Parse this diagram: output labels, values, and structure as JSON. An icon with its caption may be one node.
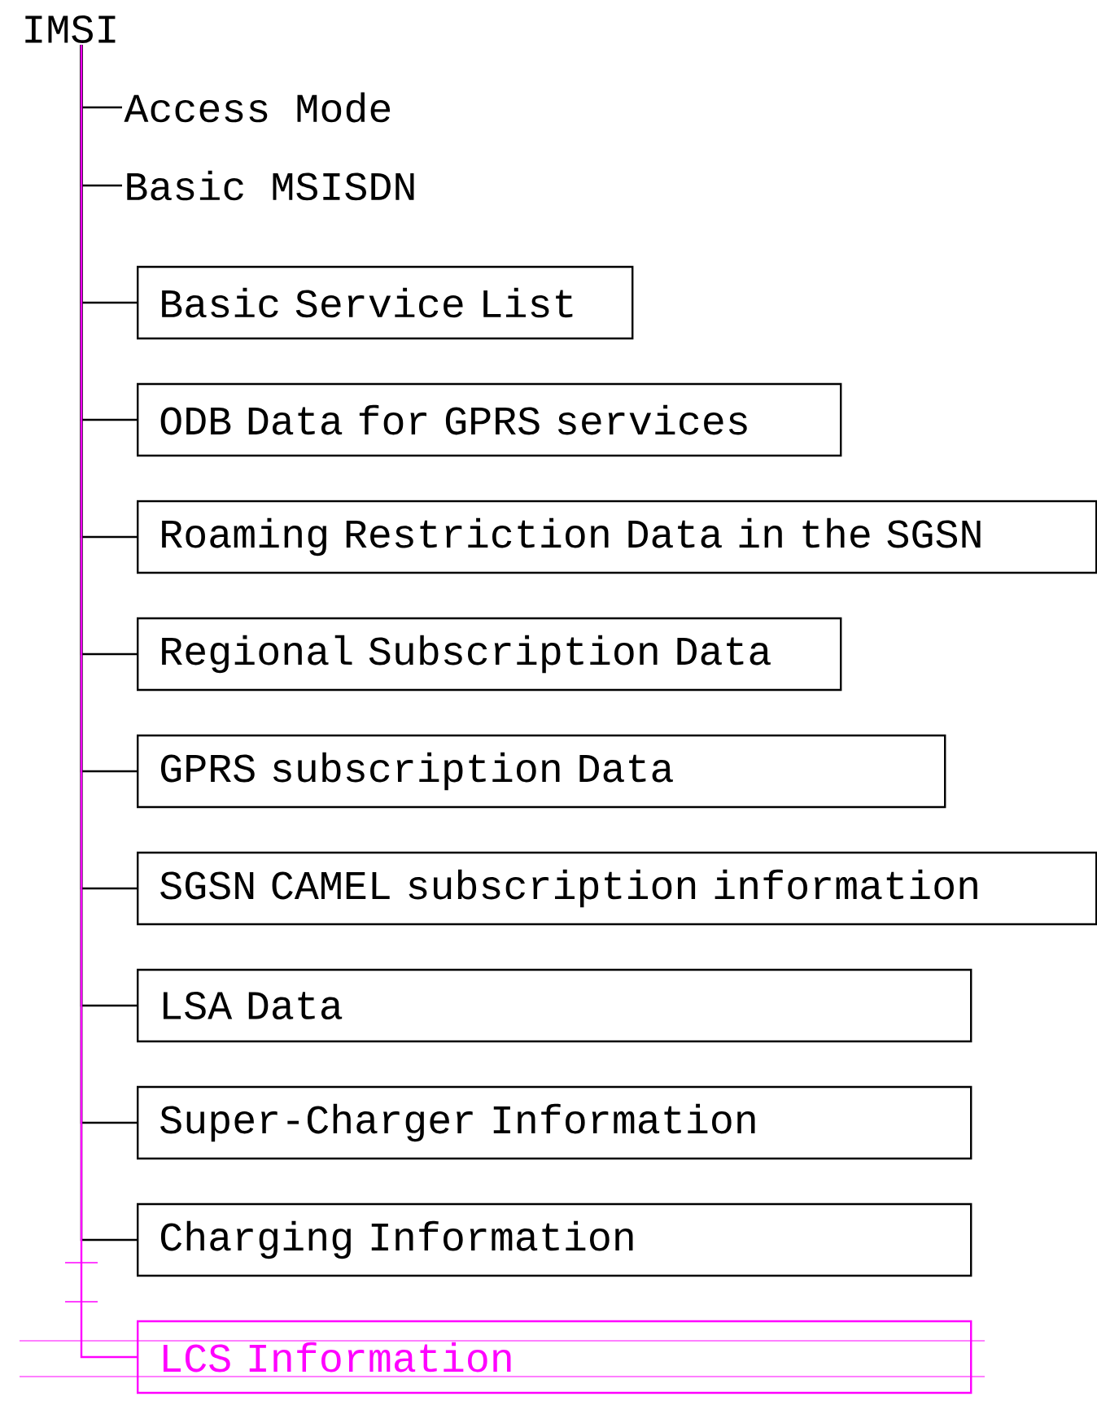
{
  "diagram": {
    "nodes": [
      {
        "text": [
          "IMSI"
        ]
      },
      {
        "text": [
          "Access Mode"
        ]
      },
      {
        "text": [
          "Basic MSISDN"
        ]
      },
      {
        "text": [
          "Basic Service List"
        ]
      },
      {
        "text": [
          "ODB Data for GPRS services"
        ]
      },
      {
        "text": [
          "Roaming Restriction Data in the SGSN"
        ]
      },
      {
        "text": [
          "Regional Subscription Data"
        ]
      },
      {
        "text": [
          "GPRS subscription Data"
        ]
      },
      {
        "text": [
          "SGSN CAMEL subscription information"
        ]
      },
      {
        "text": [
          "LSA Data"
        ]
      },
      {
        "text": [
          "Super-Charger Information"
        ]
      },
      {
        "text": [
          "Charging Information"
        ]
      },
      {
        "text": [
          "LCS Information"
        ]
      }
    ],
    "edges": [
      {
        "from": 0,
        "to": 1,
        "arrow": "none"
      },
      {
        "from": 0,
        "to": 2,
        "arrow": "none"
      },
      {
        "from": 0,
        "to": 3,
        "arrow": "none"
      },
      {
        "from": 0,
        "to": 4,
        "arrow": "none"
      },
      {
        "from": 0,
        "to": 5,
        "arrow": "none"
      },
      {
        "from": 0,
        "to": 6,
        "arrow": "none"
      },
      {
        "from": 0,
        "to": 7,
        "arrow": "none"
      },
      {
        "from": 0,
        "to": 8,
        "arrow": "none"
      },
      {
        "from": 0,
        "to": 9,
        "arrow": "none"
      },
      {
        "from": 0,
        "to": 10,
        "arrow": "none"
      },
      {
        "from": 0,
        "to": 11,
        "arrow": "none"
      },
      {
        "from": 0,
        "to": 12,
        "arrow": "none",
        "color": "#ff00ff"
      }
    ]
  }
}
